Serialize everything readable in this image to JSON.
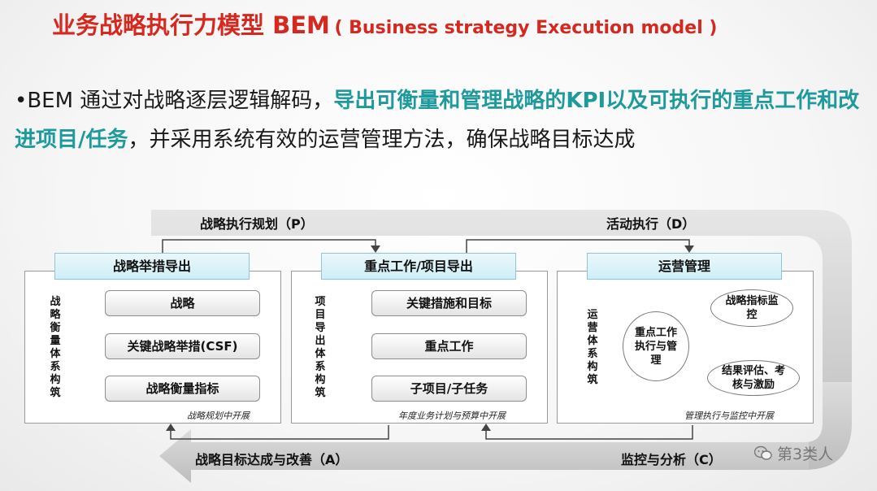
{
  "title": {
    "main": "业务战略执行力模型 BEM",
    "paren": "( Business strategy Execution model )"
  },
  "bullet": {
    "prefix": "•BEM 通过对战略逐层逻辑解码，",
    "highlight": "导出可衡量和管理战略的KPI以及可执行的重点工作和改进项目/任务",
    "suffix": "，并采用系统有效的运营管理方法，确保战略目标达成"
  },
  "cycle": {
    "top_left": "战略执行规划（P）",
    "top_right": "活动执行（D）",
    "bottom_left": "战略目标达成与改善（A）",
    "bottom_right": "监控与分析（C）"
  },
  "panels": [
    {
      "header": "战略举措导出",
      "vertical": "战略衡量体系构筑",
      "items": [
        "战略",
        "关键战略举措(CSF)",
        "战略衡量指标"
      ],
      "footnote": "战略规划中开展"
    },
    {
      "header": "重点工作/项目导出",
      "vertical": "项目导出体系构筑",
      "items": [
        "关键措施和目标",
        "重点工作",
        "子项目/子任务"
      ],
      "footnote": "年度业务计划与预算中开展"
    },
    {
      "header": "运营管理",
      "vertical": "运营体系构筑",
      "center_oval": "重点工作执行与管理",
      "oval_top": "战略指标监控",
      "oval_bottom": "结果评估、考核与激励",
      "footnote": "管理执行与监控中开展"
    }
  ],
  "watermark": "第3类人",
  "colors": {
    "title": "#d5281f",
    "highlight": "#1f9a9c",
    "cycle_arrow": "#d4d4d4",
    "header_fill": "#cfeef7"
  }
}
